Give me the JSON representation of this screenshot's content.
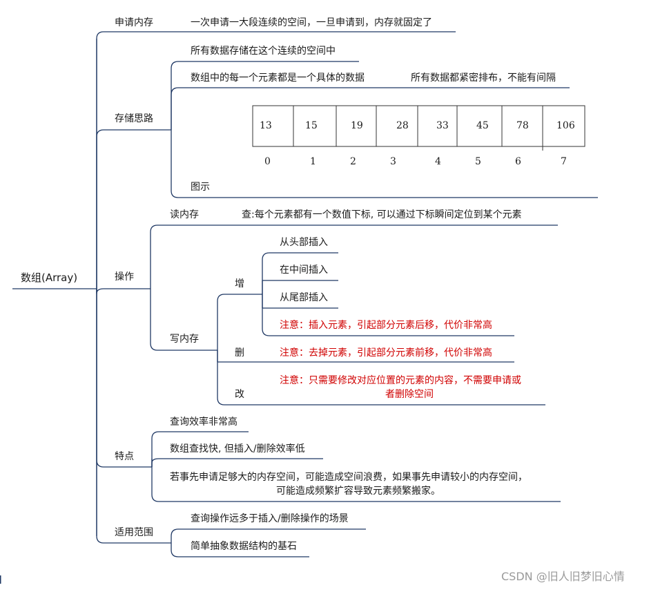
{
  "root": "数组(Array)",
  "branches": {
    "apply_memory": {
      "label": "申请内存",
      "detail": "一次申请一大段连续的空间，一旦申请到，内存就固定了"
    },
    "storage_idea": {
      "label": "存储思路",
      "items": [
        "所有数据存储在这个连续的空间中",
        "数组中的每一个元素都是一个具体的数据",
        "所有数据都紧密排布，不能有间隔"
      ],
      "diagram_label": "图示",
      "array_values": [
        "13",
        "15",
        "19",
        "28",
        "33",
        "45",
        "78",
        "106"
      ],
      "array_indexes": [
        "0",
        "1",
        "2",
        "3",
        "4",
        "5",
        "6",
        "7"
      ]
    },
    "operations": {
      "label": "操作",
      "read": {
        "label": "读内存",
        "detail": "查:每个元素都有一个数值下标, 可以通过下标瞬间定位到某个元素"
      },
      "write": {
        "label": "写内存",
        "add": {
          "label": "增",
          "items": [
            "从头部插入",
            "在中间插入",
            "从尾部插入"
          ],
          "note": "注意：插入元素，引起部分元素后移，代价非常高"
        },
        "delete": {
          "label": "删",
          "note": "注意：去掉元素，引起部分元素前移，代价非常高"
        },
        "modify": {
          "label": "改",
          "note_line1": "注意：只需要修改对应位置的元素的内容，不需要申请或",
          "note_line2": "者删除空间"
        }
      }
    },
    "features": {
      "label": "特点",
      "items": [
        "查询效率非常高",
        "数组查找快, 但插入/删除效率低"
      ],
      "long_line1": "若事先申请足够大的内存空间，可能造成空间浪费，如果事先申请较小的内存空间，",
      "long_line2": "可能造成频繁扩容导致元素频繁搬家。"
    },
    "scope": {
      "label": "适用范围",
      "items": [
        "查询操作远多于插入/删除操作的场景",
        "简单抽象数据结构的基石"
      ]
    }
  },
  "watermark": "CSDN @旧人旧梦旧心情",
  "colors": {
    "line": "#1f3864",
    "note": "#d00000",
    "watermark": "#9a9a9a"
  }
}
